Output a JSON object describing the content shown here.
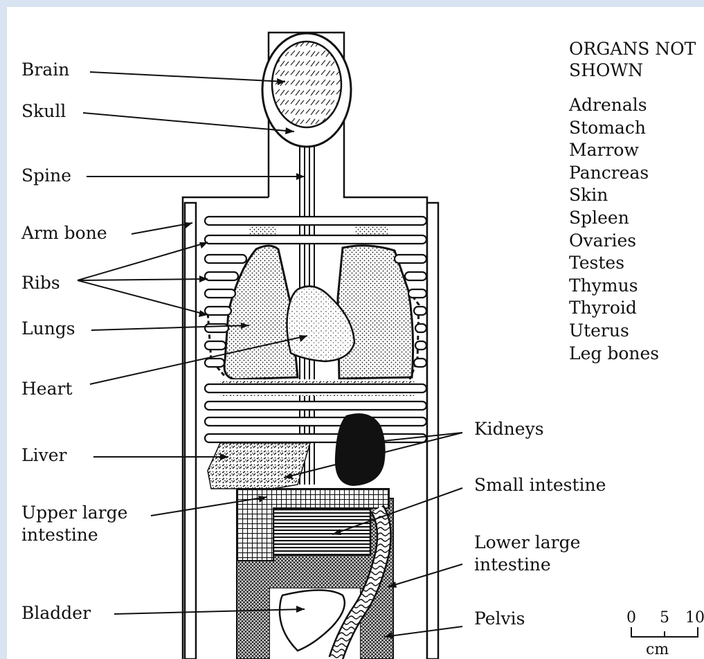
{
  "labels": {
    "brain": "Brain",
    "skull": "Skull",
    "spine": "Spine",
    "arm_bone": "Arm bone",
    "ribs": "Ribs",
    "lungs": "Lungs",
    "heart": "Heart",
    "liver": "Liver",
    "upper_large_intestine_1": "Upper large",
    "upper_large_intestine_2": "intestine",
    "bladder": "Bladder",
    "kidneys": "Kidneys",
    "small_intestine": "Small intestine",
    "lower_large_intestine_1": "Lower large",
    "lower_large_intestine_2": "intestine",
    "pelvis": "Pelvis"
  },
  "organs_not_shown": {
    "heading_1": "ORGANS NOT",
    "heading_2": "SHOWN",
    "items": [
      "Adrenals",
      "Stomach",
      "Marrow",
      "Pancreas",
      "Skin",
      "Spleen",
      "Ovaries",
      "Testes",
      "Thymus",
      "Thyroid",
      "Uterus",
      "Leg bones"
    ]
  },
  "scale": {
    "ticks": [
      "0",
      "5",
      "10"
    ],
    "unit": "cm"
  }
}
